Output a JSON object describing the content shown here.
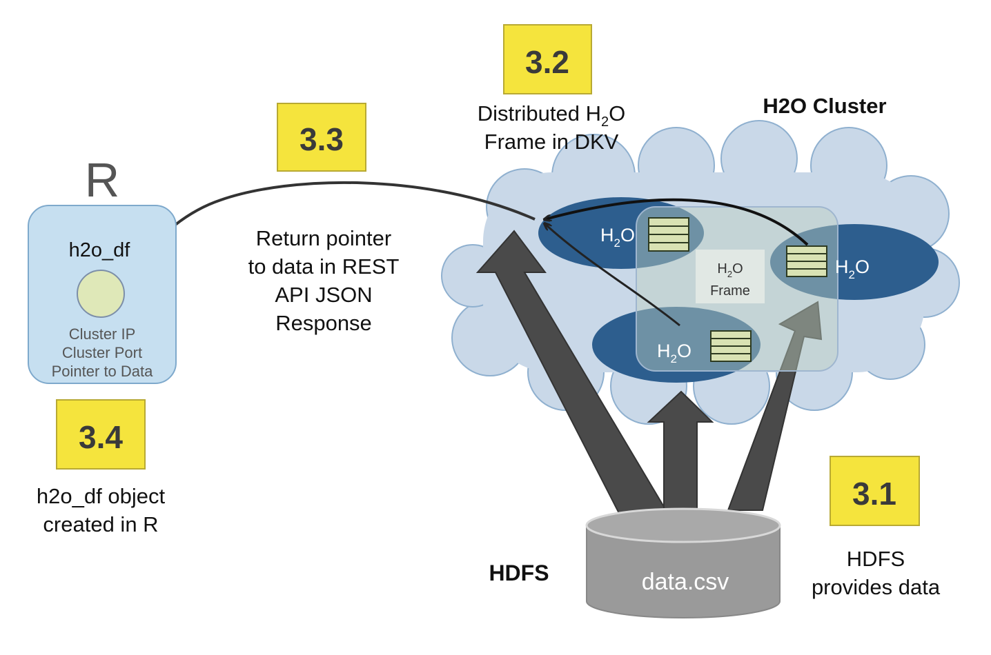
{
  "steps": {
    "s31": {
      "number": "3.1",
      "caption_lines": [
        "HDFS",
        "provides data"
      ]
    },
    "s32": {
      "number": "3.2",
      "caption_lines": [
        "Distributed H",
        "2",
        "O",
        "Frame in DKV"
      ]
    },
    "s33": {
      "number": "3.3",
      "caption_lines": [
        "Return pointer",
        "to data in REST",
        "API JSON",
        "Response"
      ]
    },
    "s34": {
      "number": "3.4",
      "caption_lines": [
        "h2o_df object",
        "created in R"
      ]
    }
  },
  "cluster": {
    "title": "H2O Cluster"
  },
  "nodes": {
    "h": "H",
    "sub": "2",
    "o": "O"
  },
  "frame": {
    "h": "H",
    "sub": "2",
    "o": "O",
    "label": "Frame"
  },
  "r_client": {
    "title": "R",
    "object_name": "h2o_df",
    "details": [
      "Cluster IP",
      "Cluster Port",
      "Pointer to Data"
    ]
  },
  "hdfs": {
    "label": "HDFS",
    "file_name": "data.csv"
  },
  "colors": {
    "badge": "#f5e43d",
    "cloud": "#c9d8e8",
    "node": "#2d5e8e",
    "arrow": "#4a4a4a",
    "r_box": "#c6dff0"
  }
}
